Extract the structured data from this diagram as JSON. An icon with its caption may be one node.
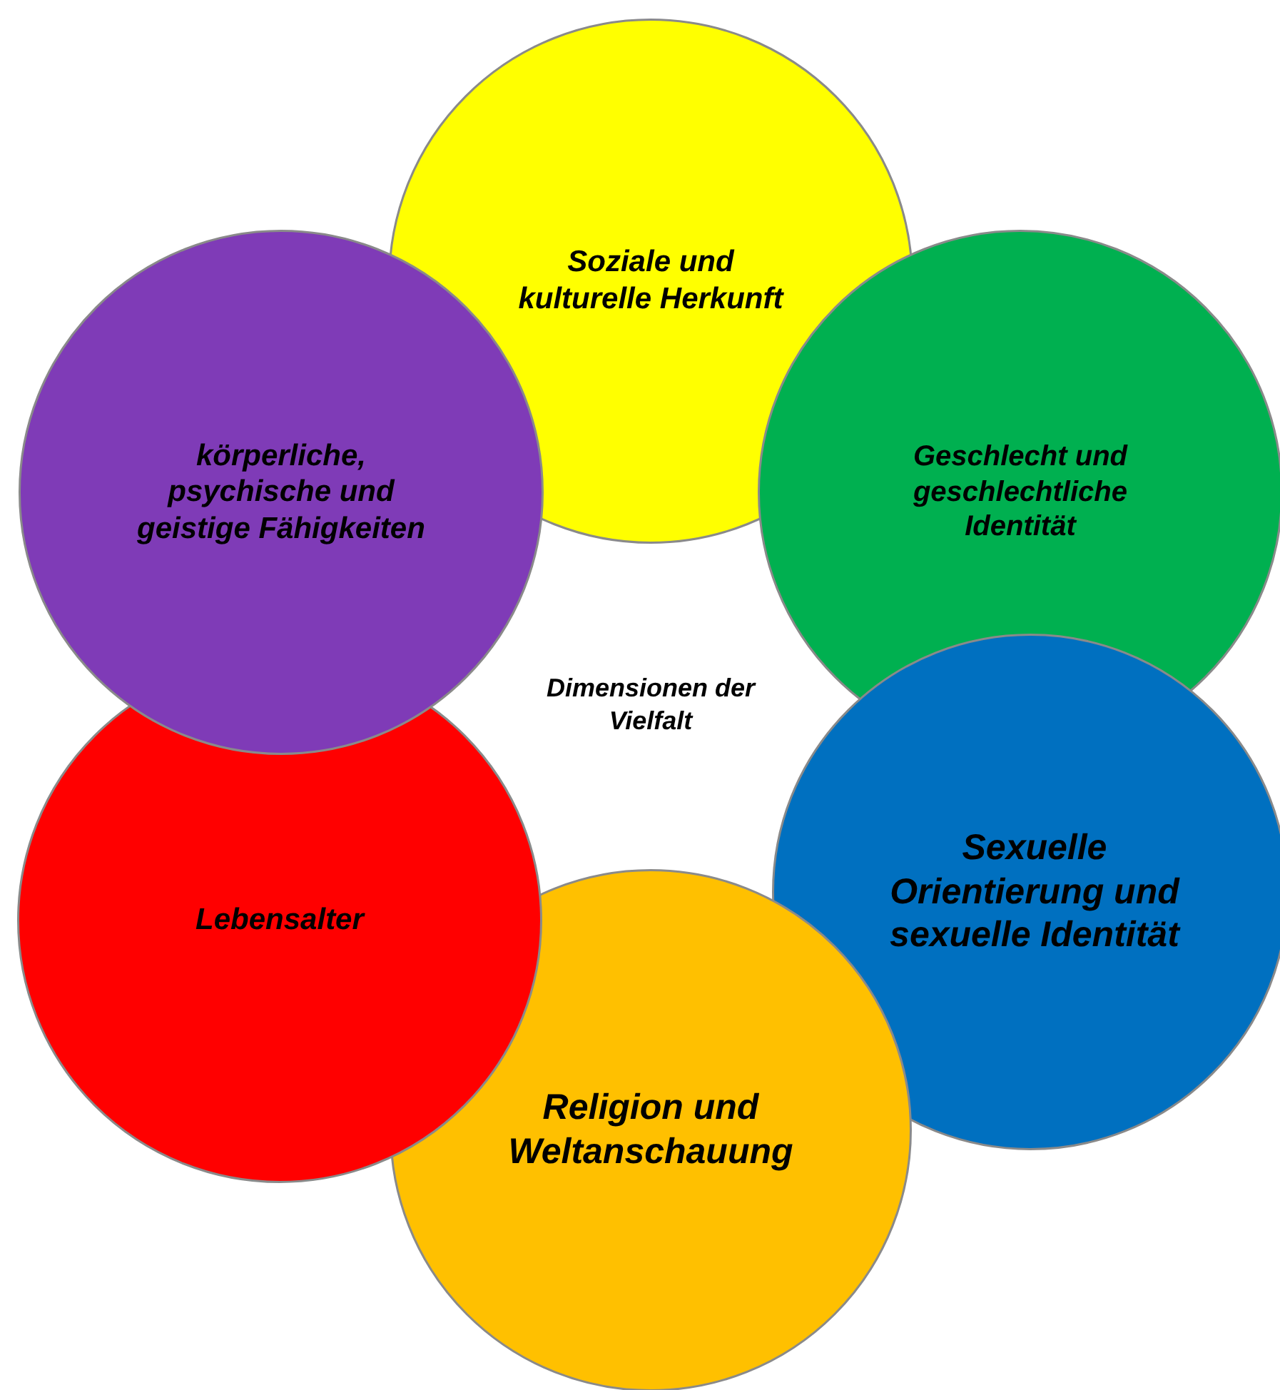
{
  "diagram": {
    "nodes": [
      {
        "text": [
          "Soziale und kulturelle Herkunft"
        ]
      },
      {
        "text": [
          "Geschlecht und geschlechtliche Identität"
        ]
      },
      {
        "text": [
          "Sexuelle Orientierung und sexuelle Identität"
        ]
      },
      {
        "text": [
          "Religion und Weltanschauung"
        ]
      },
      {
        "text": [
          "Lebensalter"
        ]
      },
      {
        "text": [
          "körperliche, psychische und geistige Fähigkeiten"
        ]
      }
    ],
    "labels": [
      "Dimensionen der Vielfalt"
    ]
  }
}
